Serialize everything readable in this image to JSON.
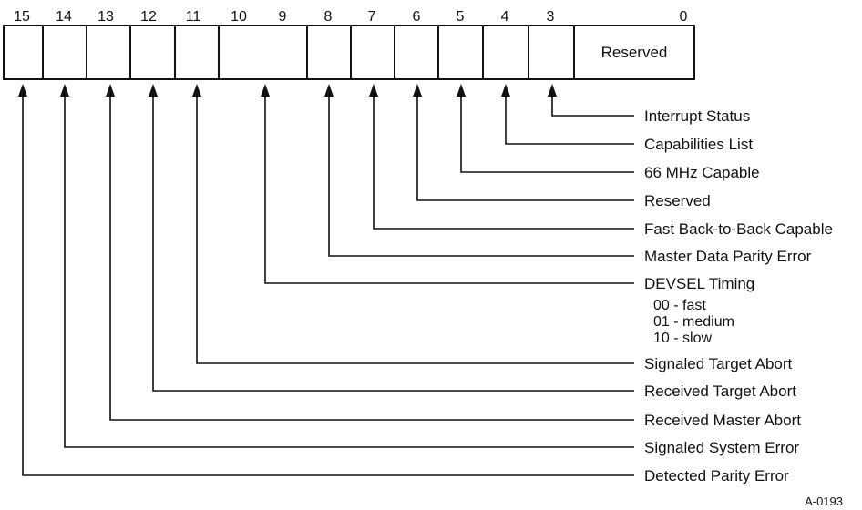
{
  "bit_numbers": [
    "15",
    "14",
    "13",
    "12",
    "11",
    "10",
    "9",
    "8",
    "7",
    "6",
    "5",
    "4",
    "3",
    "0"
  ],
  "reserved_field_label": "Reserved",
  "fields": [
    {
      "bit": "3",
      "label": "Interrupt Status"
    },
    {
      "bit": "4",
      "label": "Capabilities List"
    },
    {
      "bit": "5",
      "label": "66 MHz Capable"
    },
    {
      "bit": "6",
      "label": "Reserved"
    },
    {
      "bit": "7",
      "label": "Fast Back-to-Back Capable"
    },
    {
      "bit": "8",
      "label": "Master Data Parity Error"
    },
    {
      "bit": "10:9",
      "label": "DEVSEL Timing",
      "values": [
        "00 - fast",
        "01 - medium",
        "10 - slow"
      ]
    },
    {
      "bit": "11",
      "label": "Signaled Target Abort"
    },
    {
      "bit": "12",
      "label": "Received Target Abort"
    },
    {
      "bit": "13",
      "label": "Received Master Abort"
    },
    {
      "bit": "14",
      "label": "Signaled System Error"
    },
    {
      "bit": "15",
      "label": "Detected Parity Error"
    }
  ],
  "figure_id": "A-0193",
  "colors": {
    "line": "#111111",
    "background": "#ffffff"
  }
}
